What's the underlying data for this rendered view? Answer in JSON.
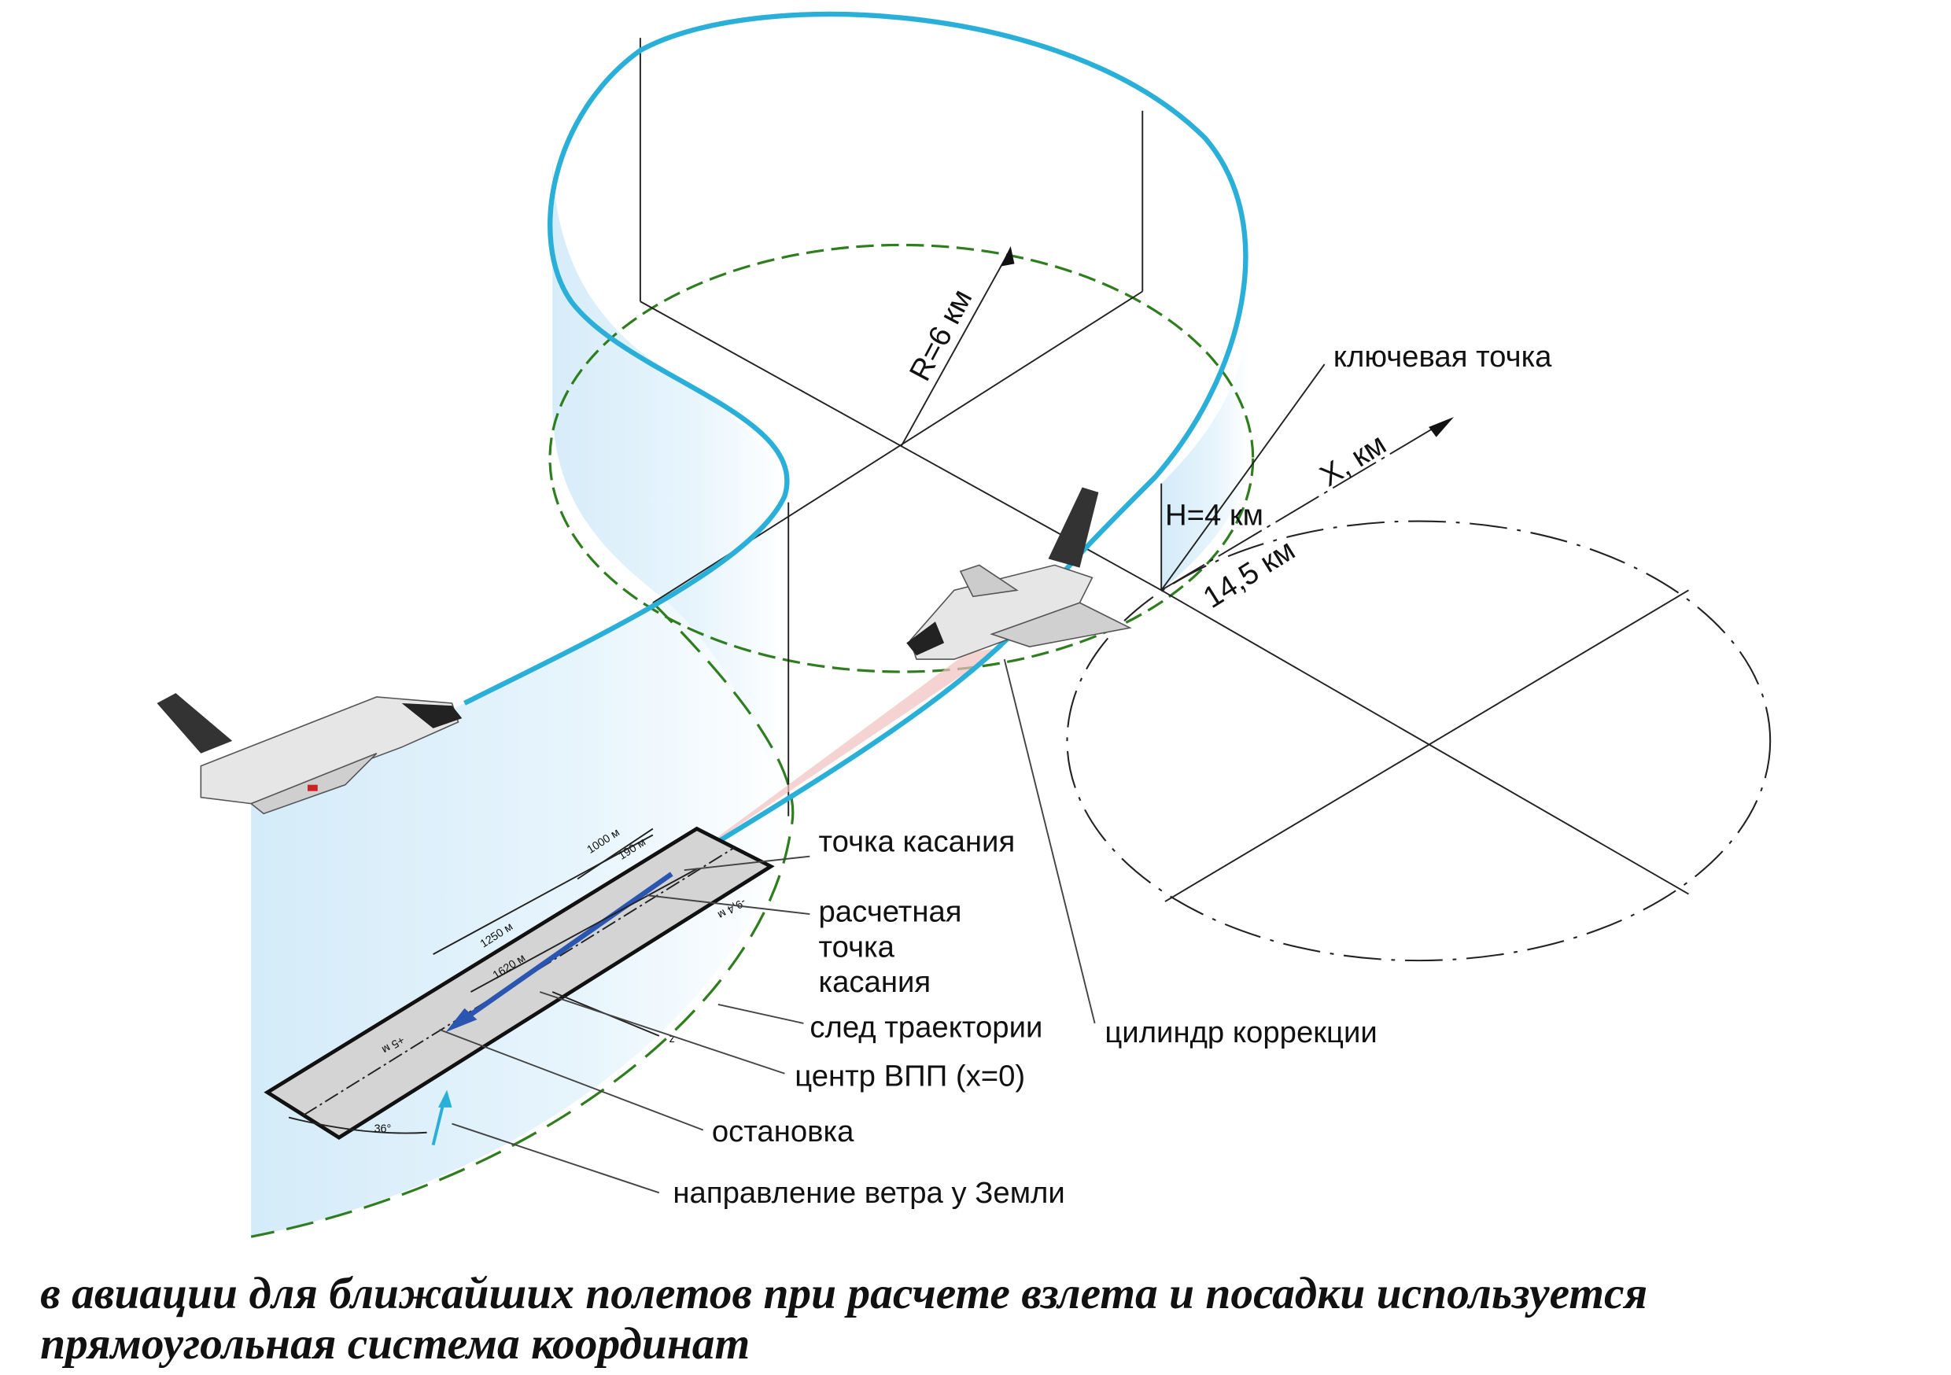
{
  "labels": {
    "radius": "R=6 км",
    "height": "H=4 км",
    "key_point": "ключевая точка",
    "x_axis": "X, км",
    "distance": "14,5 км",
    "touchdown": "точка касания",
    "calc_touchdown_1": "расчетная",
    "calc_touchdown_2": "точка",
    "calc_touchdown_3": "касания",
    "trajectory_trace": "след траектории",
    "runway_center": "центр ВПП (x=0)",
    "stop": "остановка",
    "wind": "направление ветра у Земли",
    "correction_cylinder": "цилиндр коррекции"
  },
  "runway_dims": {
    "d1000": "1000 м",
    "d190": "190 м",
    "d1250": "1250 м",
    "d1620": "1620 м",
    "dminus": "-9,4 м",
    "dplus": "+5 м",
    "angle": "36°",
    "z": "z"
  },
  "caption": {
    "line1": "в авиации для ближайших полетов при расчете взлета и посадки используется",
    "line2": "прямоугольная система координат"
  },
  "colors": {
    "trajectory": "#2ab0d8",
    "cylinder_fill": "#dff1fb",
    "ground_track": "#2e7d1f",
    "runway": "#d4d4d4",
    "stop_arrow": "#2a55b0"
  }
}
